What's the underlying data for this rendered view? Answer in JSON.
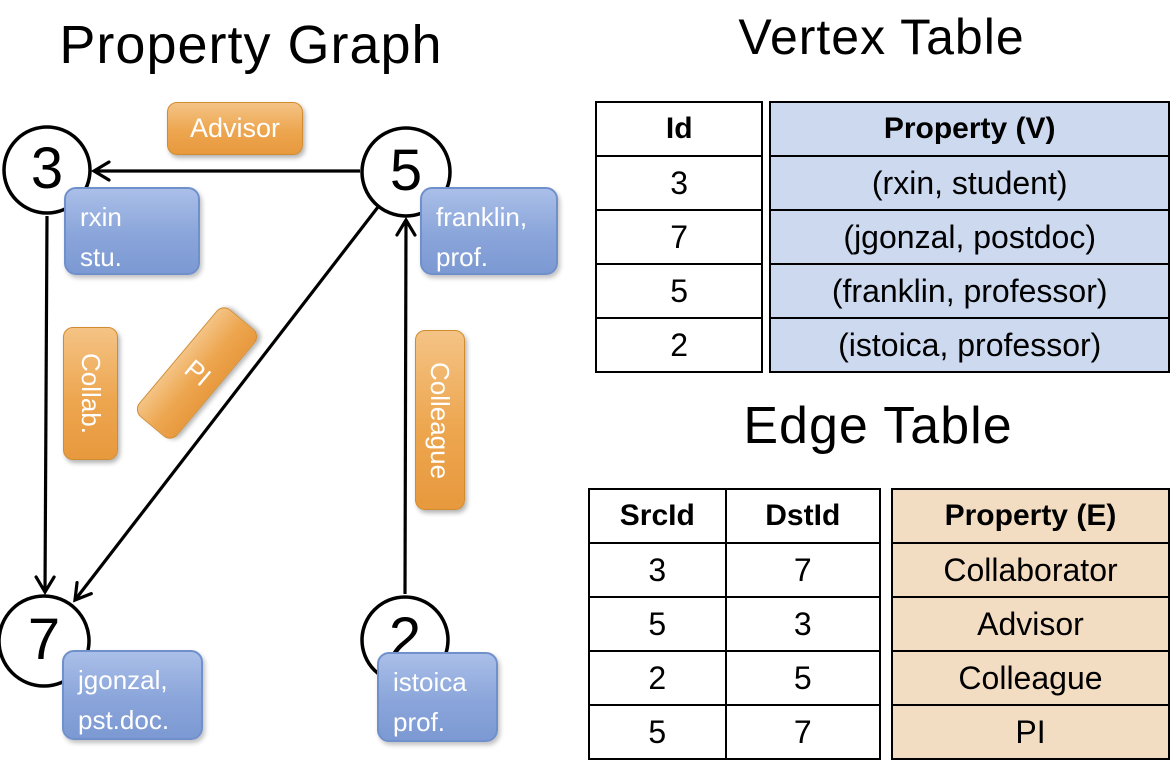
{
  "graph": {
    "title": "Property Graph",
    "nodes": [
      {
        "id": "3",
        "property": "rxin\nstu."
      },
      {
        "id": "5",
        "property": "franklin,\nprof."
      },
      {
        "id": "7",
        "property": "jgonzal,\npst.doc."
      },
      {
        "id": "2",
        "property": "istoica\nprof."
      }
    ],
    "edge_labels": {
      "advisor": "Advisor",
      "collab": "Collab.",
      "pi": "PI",
      "colleague": "Colleague"
    }
  },
  "vertex_table": {
    "title": "Vertex Table",
    "headers": [
      "Id",
      "Property (V)"
    ],
    "rows": [
      {
        "id": "3",
        "property": "(rxin, student)"
      },
      {
        "id": "7",
        "property": "(jgonzal, postdoc)"
      },
      {
        "id": "5",
        "property": "(franklin, professor)"
      },
      {
        "id": "2",
        "property": "(istoica, professor)"
      }
    ]
  },
  "edge_table": {
    "title": "Edge Table",
    "headers": [
      "SrcId",
      "DstId",
      "Property (E)"
    ],
    "rows": [
      {
        "src": "3",
        "dst": "7",
        "property": "Collaborator"
      },
      {
        "src": "5",
        "dst": "3",
        "property": "Advisor"
      },
      {
        "src": "2",
        "dst": "5",
        "property": "Colleague"
      },
      {
        "src": "5",
        "dst": "7",
        "property": "PI"
      }
    ]
  },
  "colors": {
    "edge_label_fill": "#eda64f",
    "node_property_fill": "#8aa5da",
    "vertex_property_bg": "#ccd9ef",
    "edge_property_bg": "#f2dcc2",
    "line": "#000000"
  }
}
